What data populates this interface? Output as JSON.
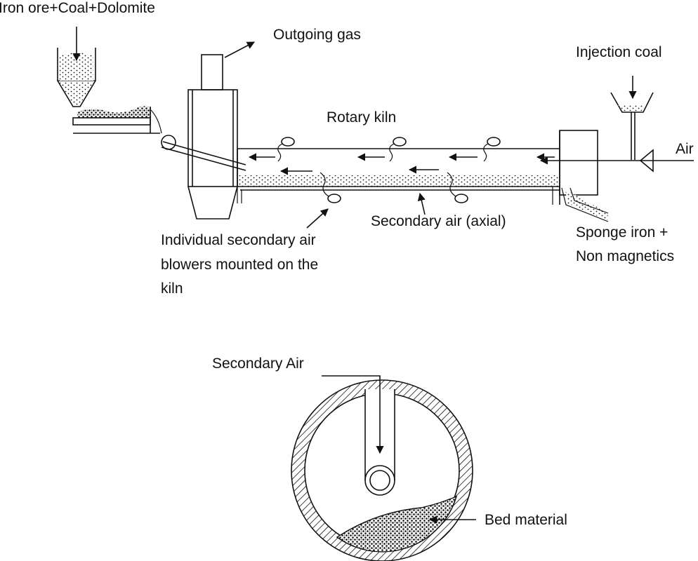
{
  "labels": {
    "feed": "Iron ore+Coal+Dolomite",
    "outgoing_gas": "Outgoing gas",
    "injection_coal": "Injection coal",
    "rotary_kiln": "Rotary kiln",
    "air": "Air",
    "blowers_line1": "Individual secondary air",
    "blowers_line2": "blowers mounted on the",
    "blowers_line3": "kiln",
    "secondary_air_axial": "Secondary air (axial)",
    "product_line1": "Sponge iron +",
    "product_line2": "Non magnetics",
    "secondary_air": "Secondary Air",
    "bed_material": "Bed material"
  },
  "colors": {
    "ink": "#111111",
    "background": "#ffffff"
  }
}
